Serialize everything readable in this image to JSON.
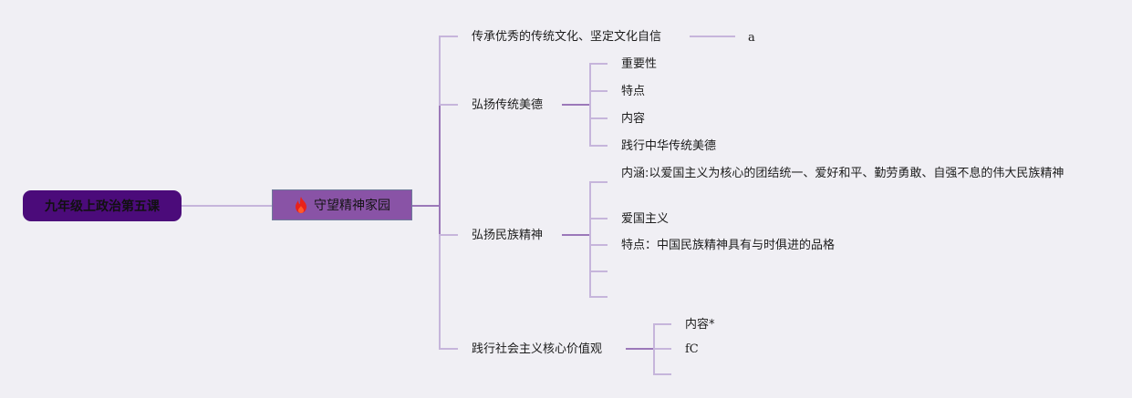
{
  "root": {
    "label": "九年级上政治第五课",
    "color": "#4b0b7a"
  },
  "center": {
    "label": "守望精神家园",
    "icon": "flame-icon",
    "color": "#8953a6",
    "icon_color": "#e8221b"
  },
  "branches": [
    {
      "label": "传承优秀的传统文化、坚定文化自信",
      "children": [
        {
          "label": "a"
        }
      ]
    },
    {
      "label": "弘扬传统美德",
      "children": [
        {
          "label": "重要性"
        },
        {
          "label": "特点"
        },
        {
          "label": "内容"
        },
        {
          "label": "践行中华传统美德"
        }
      ]
    },
    {
      "label": "弘扬民族精神",
      "children": [
        {
          "label": "内涵:以爱国主义为核心的团结统一、爱好和平、勤劳勇敢、自强不息的伟大民族精神"
        },
        {
          "label": "爱国主义"
        },
        {
          "label": "特点：中国民族精神具有与时俱进的品格"
        },
        {
          "label": ""
        },
        {
          "label": ""
        }
      ]
    },
    {
      "label": "践行社会主义核心价值观",
      "children": [
        {
          "label": "内容*"
        },
        {
          "label": "fC"
        },
        {
          "label": ""
        }
      ]
    }
  ],
  "colors": {
    "connector_light": "#c6b5db",
    "connector_dark": "#9b78b9",
    "background": "#f0eff4"
  }
}
